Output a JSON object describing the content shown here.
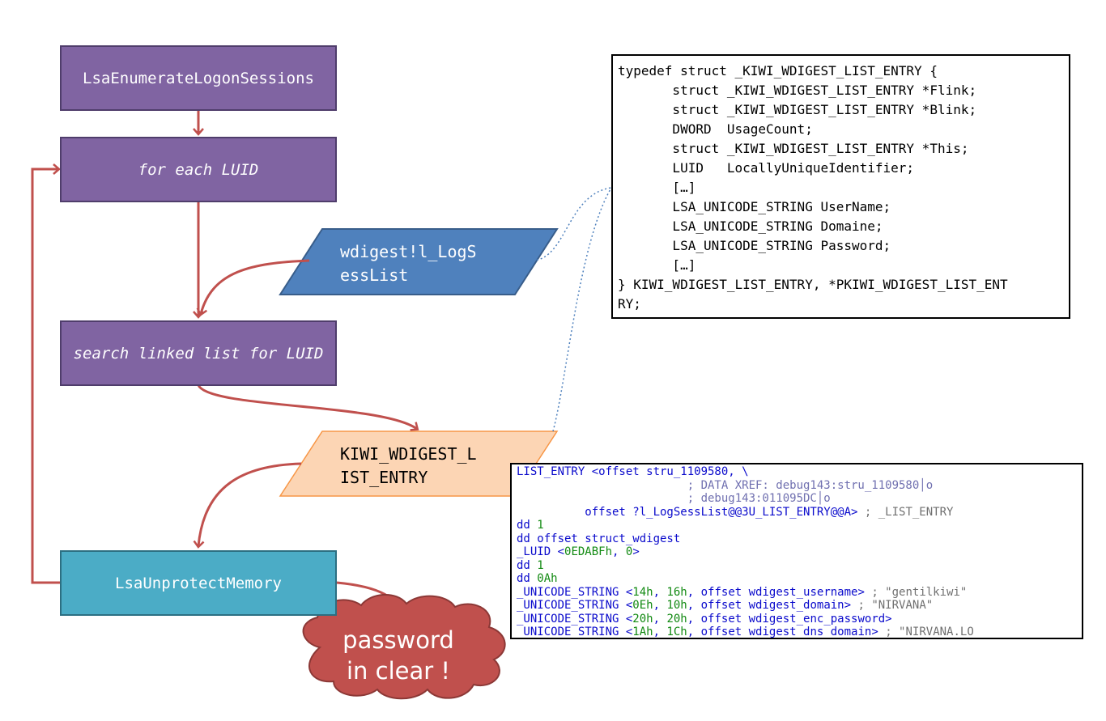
{
  "flow": {
    "enumerate_label": "LsaEnumerateLogonSessions",
    "for_each_label": "for each LUID",
    "search_label": "search linked list for LUID",
    "unprotect_label": "LsaUnprotectMemory",
    "logsess_lines": [
      "wdigest!l_LogS",
      "essList"
    ],
    "entry_lines": [
      "KIWI_WDIGEST_L",
      "IST_ENTRY"
    ],
    "cloud_lines": [
      "password",
      "in clear !"
    ]
  },
  "struct_code": [
    "typedef struct _KIWI_WDIGEST_LIST_ENTRY {",
    "       struct _KIWI_WDIGEST_LIST_ENTRY *Flink;",
    "       struct _KIWI_WDIGEST_LIST_ENTRY *Blink;",
    "       DWORD  UsageCount;",
    "       struct _KIWI_WDIGEST_LIST_ENTRY *This;",
    "       LUID   LocallyUniqueIdentifier;",
    "       […]",
    "       LSA_UNICODE_STRING UserName;",
    "       LSA_UNICODE_STRING Domaine;",
    "       LSA_UNICODE_STRING Password;",
    "       […]",
    "} KIWI_WDIGEST_LIST_ENTRY, *PKIWI_WDIGEST_LIST_ENT",
    "RY;"
  ],
  "ida_code": [
    {
      "parts": [
        {
          "t": "LIST_ENTRY <offset stru_1109580, \\",
          "c": "blue"
        }
      ]
    },
    {
      "parts": [
        {
          "t": "                         ; DATA XREF: debug143:stru_1109580│o",
          "c": "gray"
        }
      ]
    },
    {
      "parts": [
        {
          "t": "                         ; debug143:011095DC│o",
          "c": "gray"
        }
      ]
    },
    {
      "parts": [
        {
          "t": "          offset ?l_LogSessList@@3U_LIST_ENTRY@@A> ",
          "c": "blue"
        },
        {
          "t": "; _LIST_ENTRY",
          "c": "grayt"
        }
      ]
    },
    {
      "parts": [
        {
          "t": "dd ",
          "c": "blue"
        },
        {
          "t": "1",
          "c": "green"
        }
      ]
    },
    {
      "parts": [
        {
          "t": "dd offset struct_wdigest",
          "c": "blue"
        }
      ]
    },
    {
      "parts": [
        {
          "t": "_LUID <",
          "c": "blue"
        },
        {
          "t": "0EDABFh",
          "c": "green"
        },
        {
          "t": ", ",
          "c": "blue"
        },
        {
          "t": "0",
          "c": "green"
        },
        {
          "t": ">",
          "c": "blue"
        }
      ]
    },
    {
      "parts": [
        {
          "t": "dd ",
          "c": "blue"
        },
        {
          "t": "1",
          "c": "green"
        }
      ]
    },
    {
      "parts": [
        {
          "t": "dd ",
          "c": "blue"
        },
        {
          "t": "0Ah",
          "c": "green"
        }
      ]
    },
    {
      "parts": [
        {
          "t": "_UNICODE_STRING <",
          "c": "blue"
        },
        {
          "t": "14h",
          "c": "green"
        },
        {
          "t": ", ",
          "c": "blue"
        },
        {
          "t": "16h",
          "c": "green"
        },
        {
          "t": ", offset wdigest_username> ",
          "c": "blue"
        },
        {
          "t": "; \"gentilkiwi\"",
          "c": "grayt"
        }
      ]
    },
    {
      "parts": [
        {
          "t": "_UNICODE_STRING <",
          "c": "blue"
        },
        {
          "t": "0Eh",
          "c": "green"
        },
        {
          "t": ", ",
          "c": "blue"
        },
        {
          "t": "10h",
          "c": "green"
        },
        {
          "t": ", offset wdigest_domain> ",
          "c": "blue"
        },
        {
          "t": "; \"NIRVANA\"",
          "c": "grayt"
        }
      ]
    },
    {
      "parts": [
        {
          "t": "_UNICODE_STRING <",
          "c": "blue"
        },
        {
          "t": "20h",
          "c": "green"
        },
        {
          "t": ", ",
          "c": "blue"
        },
        {
          "t": "20h",
          "c": "green"
        },
        {
          "t": ", offset wdigest_enc_password>",
          "c": "blue"
        }
      ]
    },
    {
      "parts": [
        {
          "t": "_UNICODE_STRING <",
          "c": "blue"
        },
        {
          "t": "1Ah",
          "c": "green"
        },
        {
          "t": ", ",
          "c": "blue"
        },
        {
          "t": "1Ch",
          "c": "green"
        },
        {
          "t": ", offset wdigest_dns_domain> ",
          "c": "blue"
        },
        {
          "t": "; \"NIRVANA.LO",
          "c": "grayt"
        }
      ]
    }
  ],
  "colors": {
    "process_fill": "#8064a2",
    "process_border": "#4f3d6b",
    "teal_fill": "#4bacc6",
    "blue_para_fill": "#4f81bd",
    "orange_para_fill": "#fcd5b4",
    "arrow": "#c0504d",
    "cloud_fill": "#c0504d",
    "dotted_link": "#4f81bd"
  }
}
